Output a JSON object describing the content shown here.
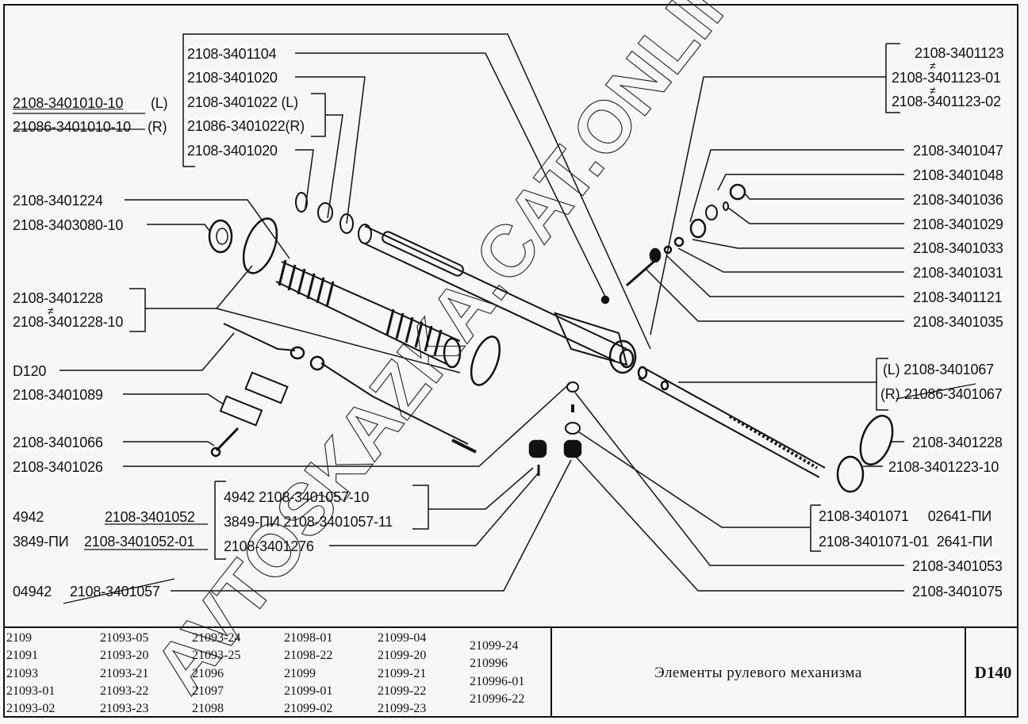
{
  "page": {
    "title": "Элементы рулевого механизма",
    "code": "D140",
    "watermark": "AVTOSKAZKA.CAT.ONLINE"
  },
  "labels": {
    "left": {
      "assembly_l": "2108-3401010-10",
      "assembly_l_side": "(L)",
      "assembly_r": "21086-3401010-10",
      "assembly_r_side": "(R)",
      "p1224": "2108-3401224",
      "p3080": "2108-3403080-10",
      "p1228": "2108-3401228",
      "p1228_10": "2108-3401228-10",
      "d120": "D120",
      "p1089": "2108-3401089",
      "p1066": "2108-3401066",
      "p1026": "2108-3401026",
      "sub_4942": "4942",
      "p1052": "2108-3401052",
      "sub_3849": "3849-ПИ",
      "p1052_01": "2108-3401052-01",
      "sub_04942": "04942",
      "p1057": "2108-3401057"
    },
    "top_group": {
      "p1104": "2108-3401104",
      "p1020a": "2108-3401020",
      "p1022l": "2108-3401022  (L)",
      "p1022r": "21086-3401022(R)",
      "p1020b": "2108-3401020"
    },
    "mid_group": {
      "r1": "4942  2108-3401057-10",
      "r2": "3849-ПИ  2108-3401057-11",
      "r3": "2108-3401276"
    },
    "right": {
      "p1123": "2108-3401123",
      "p1123_01": "2108-3401123-01",
      "p1123_02": "2108-3401123-02",
      "p1047": "2108-3401047",
      "p1048": "2108-3401048",
      "p1036": "2108-3401036",
      "p1029": "2108-3401029",
      "p1033": "2108-3401033",
      "p1031": "2108-3401031",
      "p1121": "2108-3401121",
      "p1035": "2108-3401035",
      "p1067l": "(L)  2108-3401067",
      "p1067r_side": "(R)",
      "p1067r": "21086-3401067",
      "p1228": "2108-3401228",
      "p1223": "2108-3401223-10",
      "p1071": "2108-3401071     02641-ПИ",
      "p1071_01": "2108-3401071-01  2641-ПИ",
      "p1053": "2108-3401053",
      "p1075": "2108-3401075"
    },
    "not_equal": "≠"
  },
  "models": [
    [
      "2109",
      "21091",
      "21093",
      "21093-01",
      "21093-02"
    ],
    [
      "21093-05",
      "21093-20",
      "21093-21",
      "21093-22",
      "21093-23"
    ],
    [
      "21093-24",
      "21093-25",
      "21096",
      "21097",
      "21098"
    ],
    [
      "21098-01",
      "21098-22",
      "21099",
      "21099-01",
      "21099-02"
    ],
    [
      "21099-04",
      "21099-20",
      "21099-21",
      "21099-22",
      "21099-23"
    ],
    [
      "21099-24",
      "210996",
      "210996-01",
      "210996-22"
    ]
  ]
}
